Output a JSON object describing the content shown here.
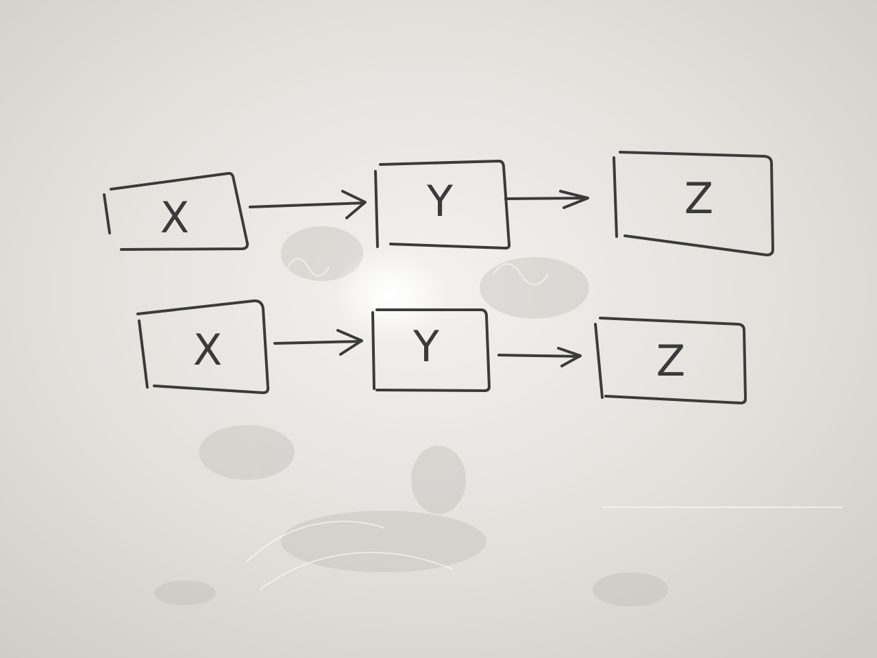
{
  "diagram": {
    "rows": [
      {
        "nodes": [
          {
            "id": "top-x",
            "label": "X"
          },
          {
            "id": "top-y",
            "label": "Y"
          },
          {
            "id": "top-z",
            "label": "Z"
          }
        ],
        "edges": [
          {
            "from": "top-x",
            "to": "top-y"
          },
          {
            "from": "top-y",
            "to": "top-z"
          }
        ]
      },
      {
        "nodes": [
          {
            "id": "bottom-x",
            "label": "X"
          },
          {
            "id": "bottom-y",
            "label": "Y"
          },
          {
            "id": "bottom-z",
            "label": "Z"
          }
        ],
        "edges": [
          {
            "from": "bottom-x",
            "to": "bottom-y"
          },
          {
            "from": "bottom-y",
            "to": "bottom-z"
          }
        ]
      }
    ]
  },
  "colors": {
    "board": "#dcd9d5",
    "marker": "#3b3b3b"
  }
}
